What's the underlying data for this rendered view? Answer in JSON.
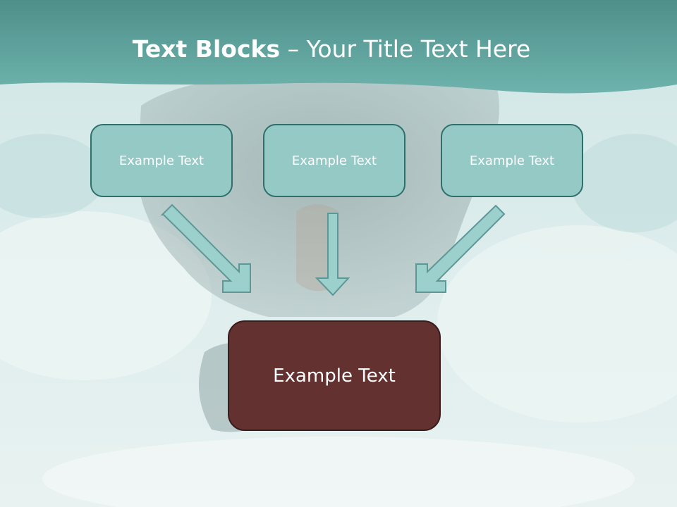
{
  "title": {
    "bold": "Text Blocks",
    "separator": " – ",
    "rest": "Your Title Text Here"
  },
  "boxes": {
    "left": "Example Text",
    "center": "Example Text",
    "right": "Example Text",
    "bottom": "Example Text"
  },
  "colors": {
    "tealFill": "#94c9c6",
    "tealBorder": "#2f6f6c",
    "darkFill": "#643131",
    "darkBorder": "#3a1c1c",
    "arrowFill": "#9bd0cd",
    "arrowStroke": "#5d9896",
    "banner": "#5aa6a0"
  }
}
